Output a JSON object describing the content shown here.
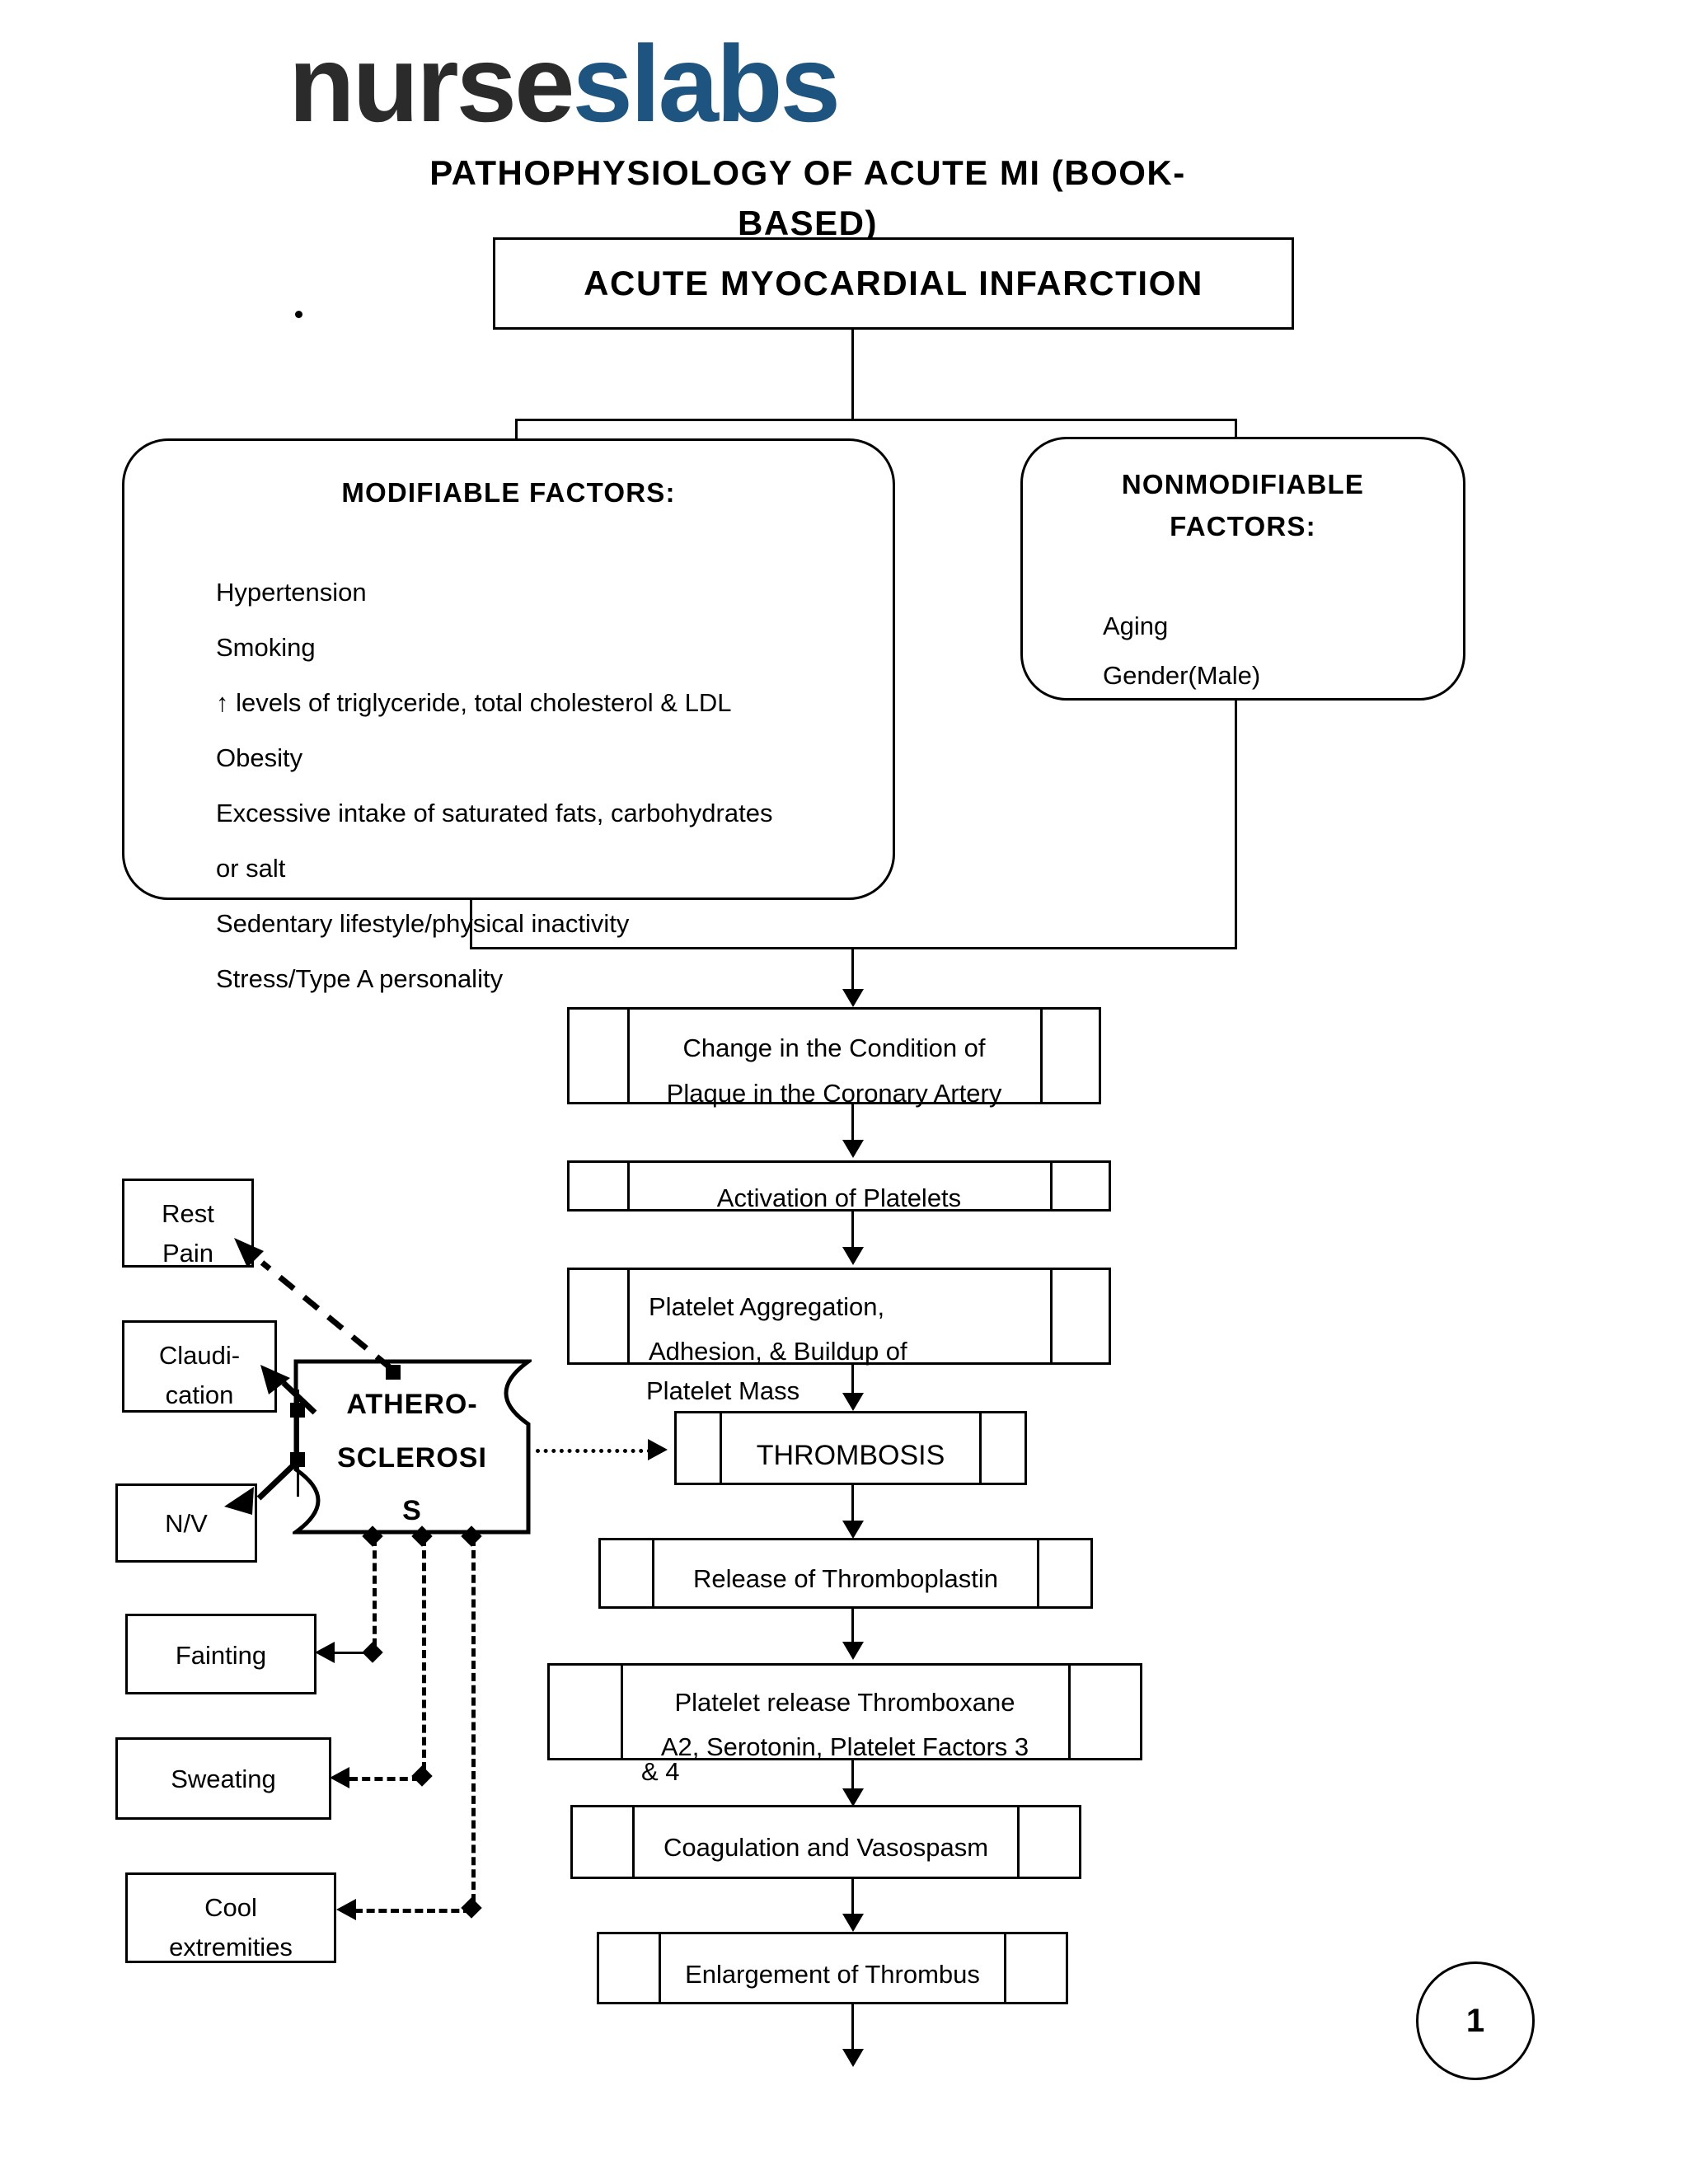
{
  "watermark": {
    "text_dark": "nurse",
    "text_blue": "slabs"
  },
  "document": {
    "title": "PATHOPHYSIOLOGY OF ACUTE MI (BOOK-BASED)",
    "page_number": "1"
  },
  "root_box": {
    "label": "ACUTE MYOCARDIAL INFARCTION"
  },
  "modifiable": {
    "heading": "MODIFIABLE FACTORS:",
    "items": [
      "Hypertension",
      "Smoking",
      "↑ levels of triglyceride, total cholesterol & LDL",
      "Obesity",
      "Excessive intake of saturated fats, carbohydrates",
      "or salt",
      "Sedentary lifestyle/physical inactivity",
      "Stress/Type A personality"
    ]
  },
  "nonmodifiable": {
    "heading_line1": "NONMODIFIABLE",
    "heading_line2": "FACTORS:",
    "items": [
      "Aging",
      "Gender(Male)"
    ]
  },
  "flow": [
    {
      "id": "plaque",
      "line1": "Change in the Condition of",
      "line2": "Plaque in the Coronary Artery"
    },
    {
      "id": "activation",
      "line1": "Activation of Platelets",
      "line2": ""
    },
    {
      "id": "aggregation",
      "line1": "Platelet Aggregation,",
      "line2": "Adhesion, & Buildup of",
      "line3": "Platelet Mass"
    },
    {
      "id": "thrombosis",
      "line1": "THROMBOSIS",
      "line2": ""
    },
    {
      "id": "thromboplastin",
      "line1": "Release of Thromboplastin",
      "line2": ""
    },
    {
      "id": "thromboxane",
      "line1": "Platelet release Thromboxane",
      "line2": "A2, Serotonin, Platelet Factors 3",
      "line3": "& 4"
    },
    {
      "id": "coagulation",
      "line1": "Coagulation and Vasospasm",
      "line2": ""
    },
    {
      "id": "enlargement",
      "line1": "Enlargement of Thrombus",
      "line2": ""
    }
  ],
  "athero": {
    "line1": "ATHERO-",
    "line2": "SCLEROSI",
    "line3": "S"
  },
  "symptoms": [
    {
      "id": "rest-pain",
      "line1": "Rest",
      "line2": "Pain"
    },
    {
      "id": "claudication",
      "line1": "Claudi-",
      "line2": "cation"
    },
    {
      "id": "nv",
      "line1": "N/V",
      "line2": ""
    },
    {
      "id": "fainting",
      "line1": "Fainting",
      "line2": ""
    },
    {
      "id": "sweating",
      "line1": "Sweating",
      "line2": ""
    },
    {
      "id": "cool-extremities",
      "line1": "Cool",
      "line2": "extremities"
    }
  ],
  "colors": {
    "ink": "#000000",
    "watermark_blue": "#1e5480",
    "watermark_dark": "#2b2b2b",
    "paper": "#ffffff"
  }
}
